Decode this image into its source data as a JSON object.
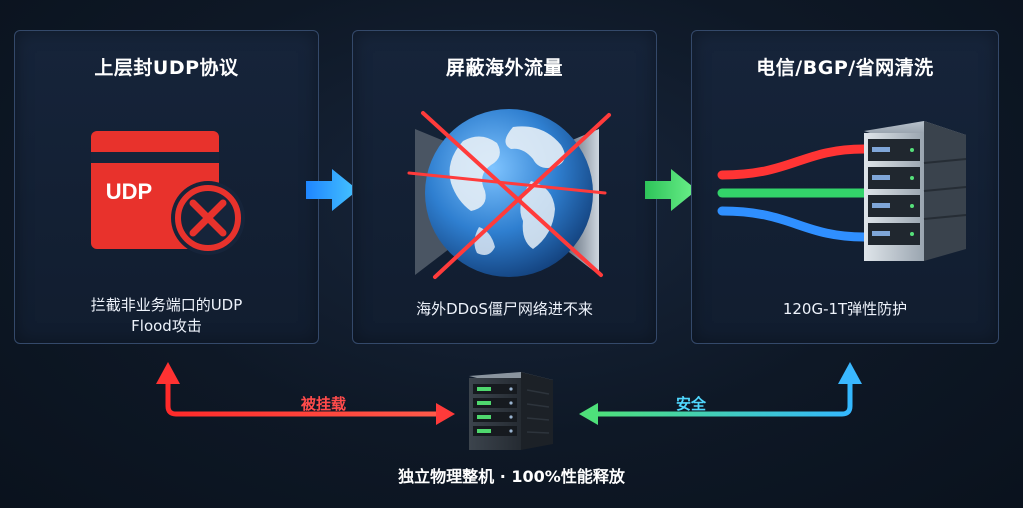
{
  "panels": [
    {
      "id": "udp",
      "title": "上层封UDP协议",
      "desc_line1": "拦截非业务端口的UDP",
      "desc_line2": "Flood攻击",
      "icon_text": "UDP",
      "icon": "udp-blocked-icon"
    },
    {
      "id": "globe",
      "title": "屏蔽海外流量",
      "desc_line1": "海外DDoS僵尸网络进不来",
      "icon": "globe-crossed-icon"
    },
    {
      "id": "clean",
      "title": "电信/BGP/省网清洗",
      "desc_line1": "120G-1T弹性防护",
      "icon": "server-rack-icon"
    }
  ],
  "bottom": {
    "caption": "独立物理整机 · 100%性能释放",
    "left_label": "被挂载",
    "right_label": "安全",
    "icon": "server-tower-icon"
  },
  "colors": {
    "danger": "#ff3b3b",
    "safe_blue": "#3ea8ff",
    "safe_green": "#38d66a",
    "panel_border": "#34496a",
    "background": "#0e1826"
  }
}
